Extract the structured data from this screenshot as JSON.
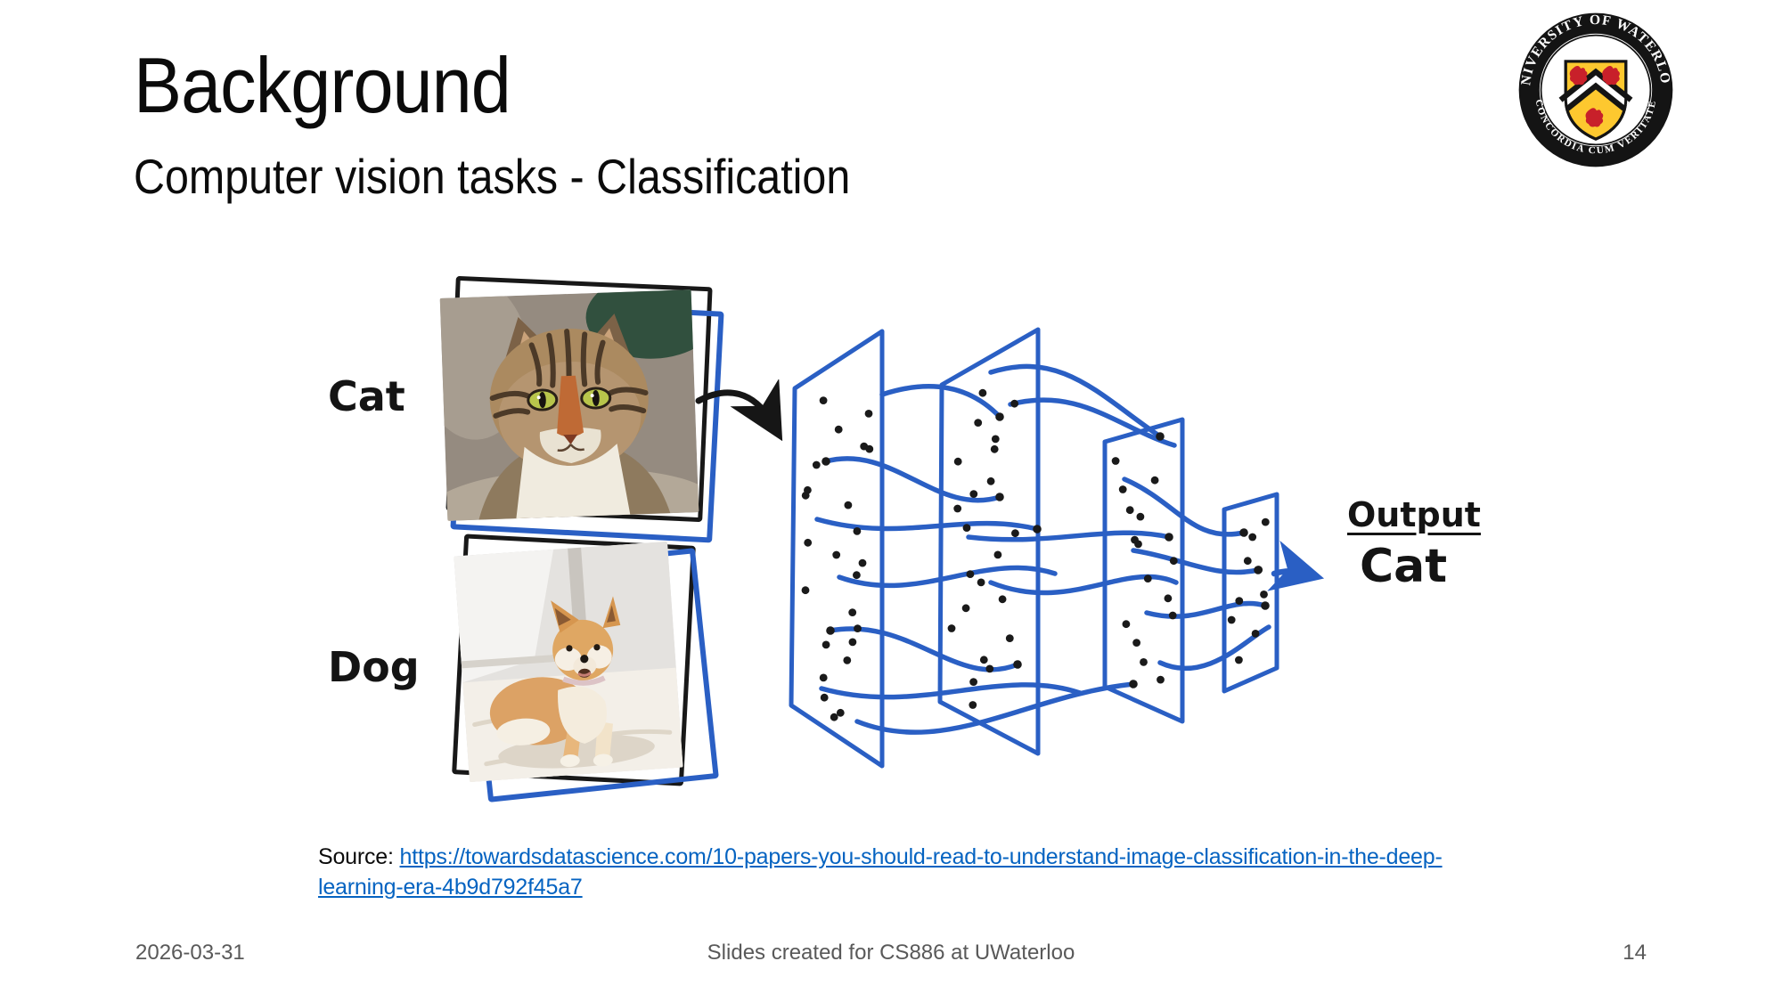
{
  "slide": {
    "title": "Background",
    "subtitle": "Computer vision tasks - Classification"
  },
  "figure": {
    "cat_label": "Cat",
    "dog_label": "Dog",
    "output_label": "Output",
    "output_value": "Cat"
  },
  "source": {
    "prefix": "Source: ",
    "url_lines": [
      "https://towardsdatascience.com/10-papers-you-should-read-to-understand-image-classification-in-the-deep-",
      "learning-era-4b9d792f45a7"
    ]
  },
  "footer": {
    "date": "2026-03-31",
    "center": "Slides created for CS886 at UWaterloo",
    "page_number": "14"
  },
  "logo": {
    "text_top": "UNIVERSITY OF WATERLOO",
    "text_bottom": "CONCORDIA CUM VERITATE"
  },
  "colors": {
    "network_blue": "#2A5FC4",
    "link_blue": "#0563C1",
    "footer_gray": "#595959",
    "logo_gold": "#FDC82F",
    "logo_red": "#C8202A",
    "ink_black": "#181818"
  }
}
